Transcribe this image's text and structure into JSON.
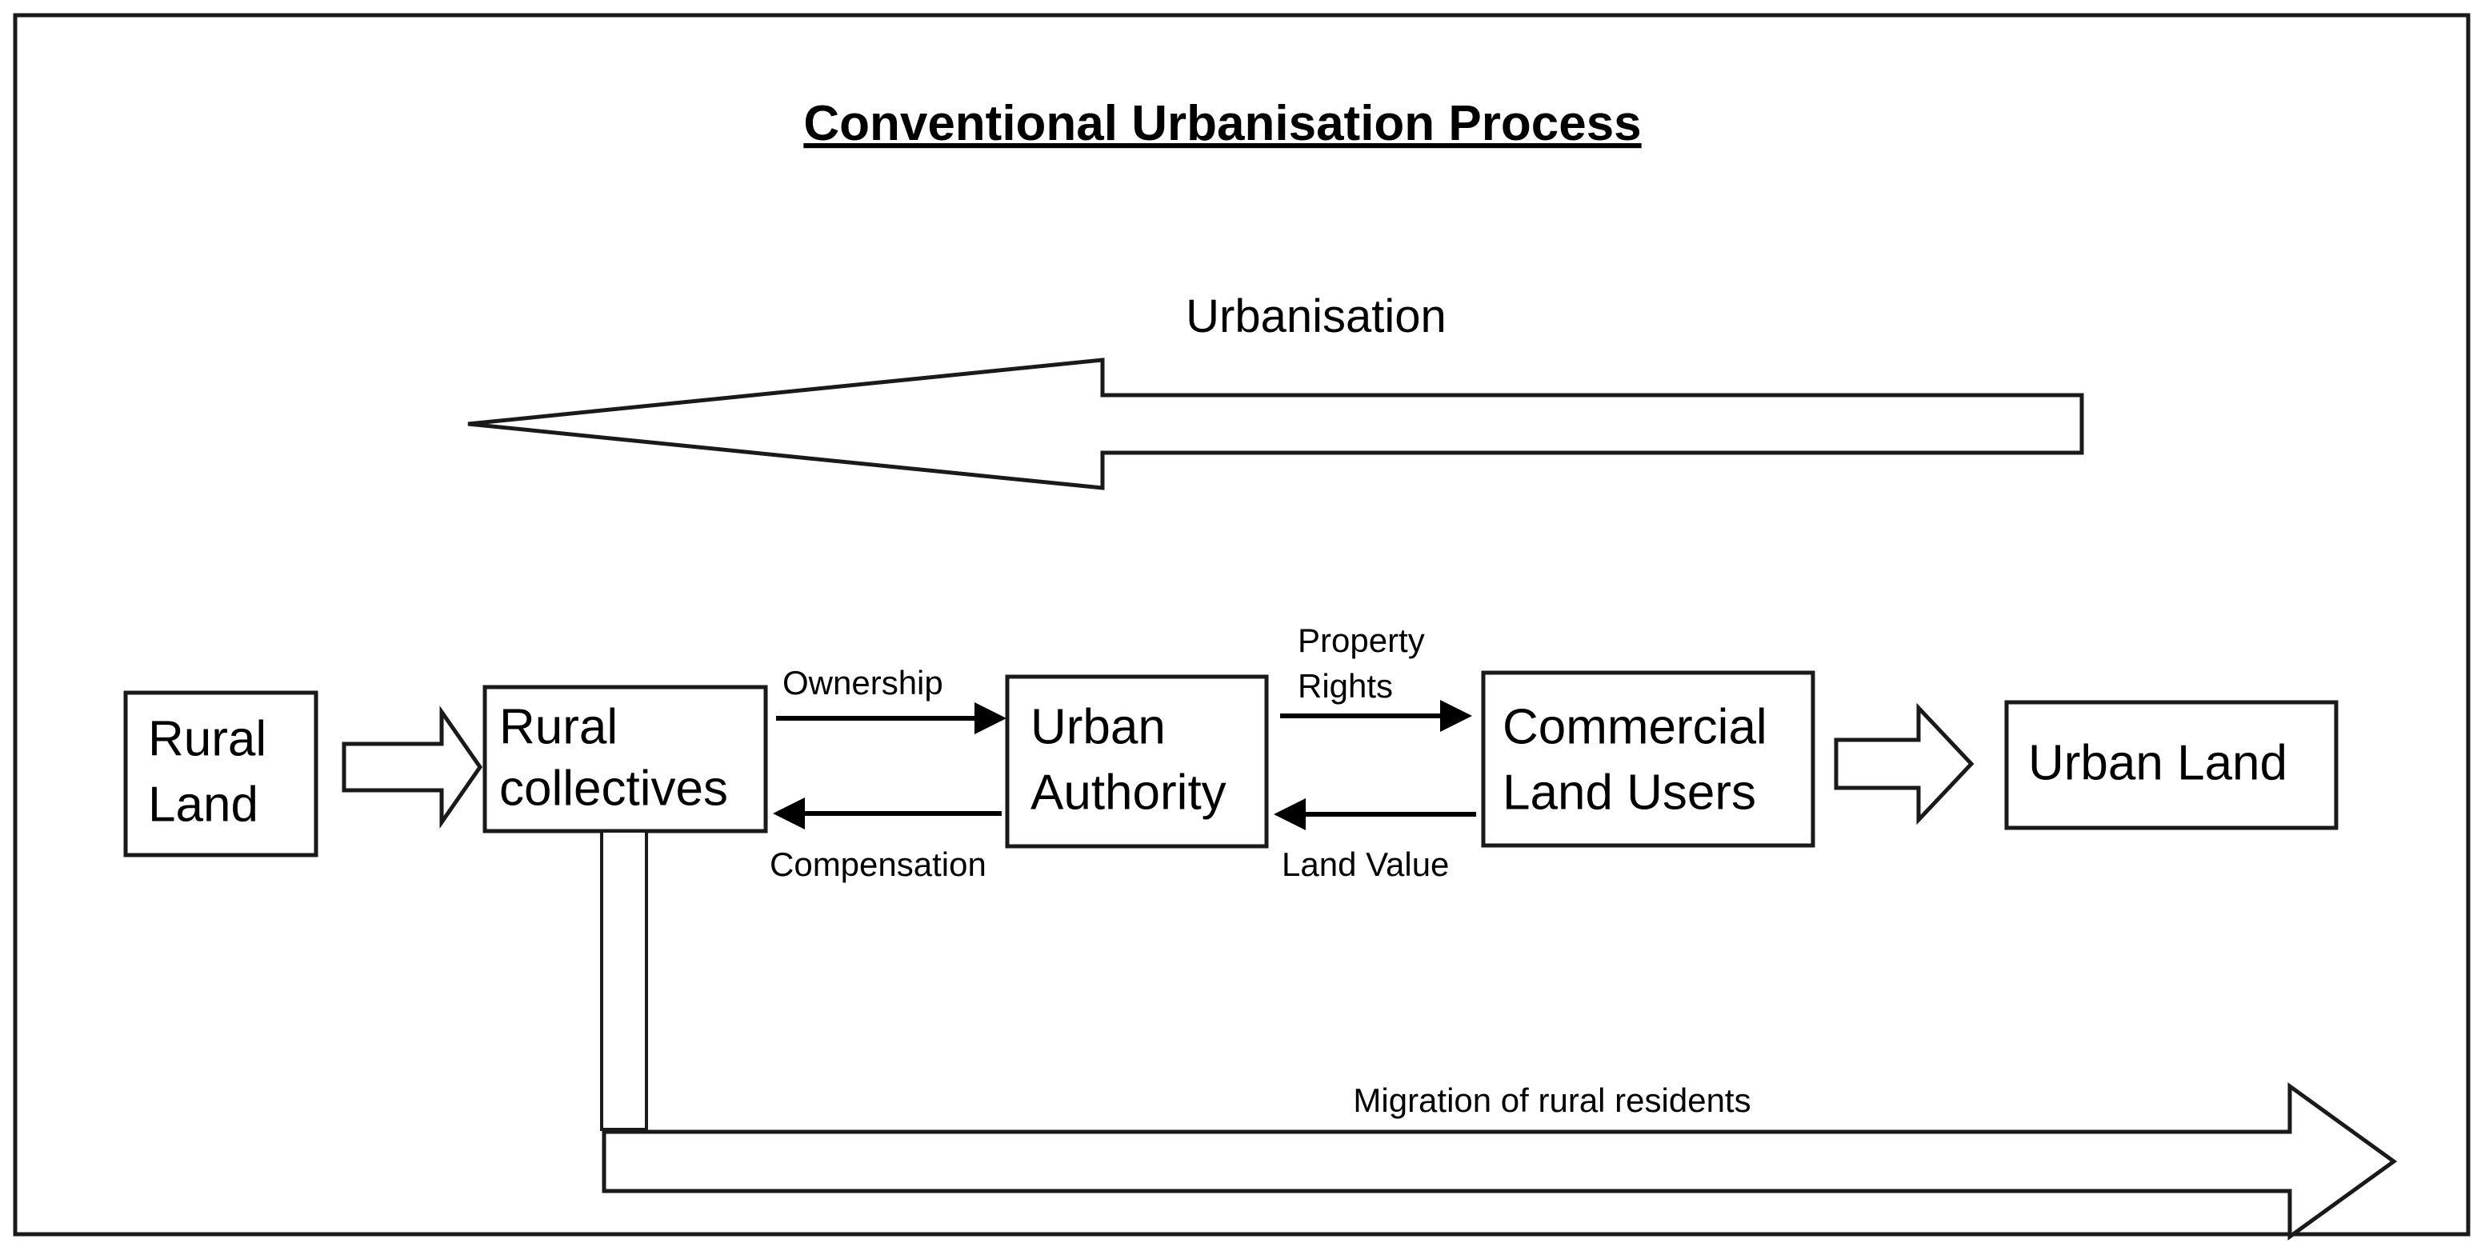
{
  "diagram": {
    "title": "Conventional Urbanisation Process",
    "urbanisation_label": "Urbanisation",
    "migration_label": "Migration of rural residents",
    "nodes": [
      {
        "id": "rural-land",
        "label_line1": "Rural",
        "label_line2": "Land"
      },
      {
        "id": "rural-collectives",
        "label_line1": "Rural",
        "label_line2": "collectives"
      },
      {
        "id": "urban-authority",
        "label_line1": "Urban",
        "label_line2": "Authority"
      },
      {
        "id": "commercial-land-users",
        "label_line1": "Commercial",
        "label_line2": "Land Users"
      },
      {
        "id": "urban-land",
        "label_line1": "Urban Land",
        "label_line2": ""
      }
    ],
    "edges": [
      {
        "id": "ownership",
        "label": "Ownership",
        "from": "rural-collectives",
        "to": "urban-authority",
        "direction": "right"
      },
      {
        "id": "compensation",
        "label": "Compensation",
        "from": "urban-authority",
        "to": "rural-collectives",
        "direction": "left"
      },
      {
        "id": "property-rights",
        "label_line1": "Property",
        "label_line2": "Rights",
        "from": "urban-authority",
        "to": "commercial-land-users",
        "direction": "right"
      },
      {
        "id": "land-value",
        "label": "Land Value",
        "from": "commercial-land-users",
        "to": "urban-authority",
        "direction": "left"
      }
    ],
    "colors": {
      "stroke": "#1a1a1a",
      "text": "#000000",
      "background": "#ffffff"
    }
  }
}
